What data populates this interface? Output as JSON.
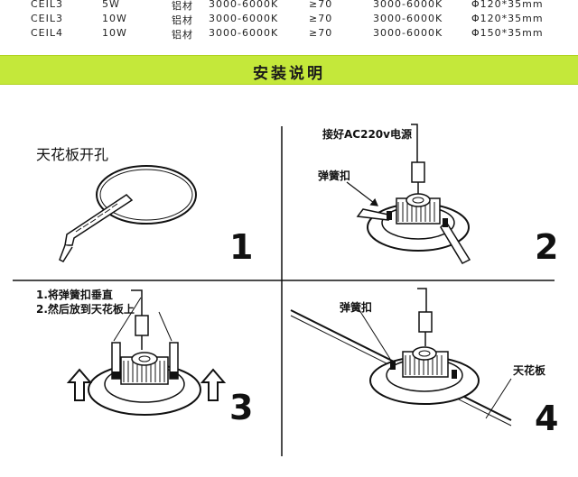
{
  "spec_rows": [
    {
      "model": "CEIL3",
      "power": "5W",
      "material": "铝材",
      "cct": "3000-6000K",
      "cri": "≥70",
      "cct2": "3000-6000K",
      "size": "Φ120*35mm"
    },
    {
      "model": "CEIL3",
      "power": "10W",
      "material": "铝材",
      "cct": "3000-6000K",
      "cri": "≥70",
      "cct2": "3000-6000K",
      "size": "Φ120*35mm"
    },
    {
      "model": "CEIL4",
      "power": "10W",
      "material": "铝材",
      "cct": "3000-6000K",
      "cri": "≥70",
      "cct2": "3000-6000K",
      "size": "Φ150*35mm"
    }
  ],
  "banner": {
    "title": "安装说明",
    "color": "#c4e83a"
  },
  "steps": {
    "step1": {
      "label": "天花板开孔",
      "number": "1"
    },
    "step2": {
      "label_power": "接好AC220v电源",
      "label_spring": "弹簧扣",
      "number": "2"
    },
    "step3": {
      "instr1": "1.将弹簧扣垂直",
      "instr2": "2.然后放到天花板上",
      "number": "3"
    },
    "step4": {
      "label_spring": "弹簧扣",
      "label_ceiling": "天花板",
      "number": "4"
    }
  },
  "icons": [
    "saw-icon",
    "ceiling-hole-icon",
    "downlight-icon",
    "up-arrow-icon",
    "connector-icon"
  ]
}
